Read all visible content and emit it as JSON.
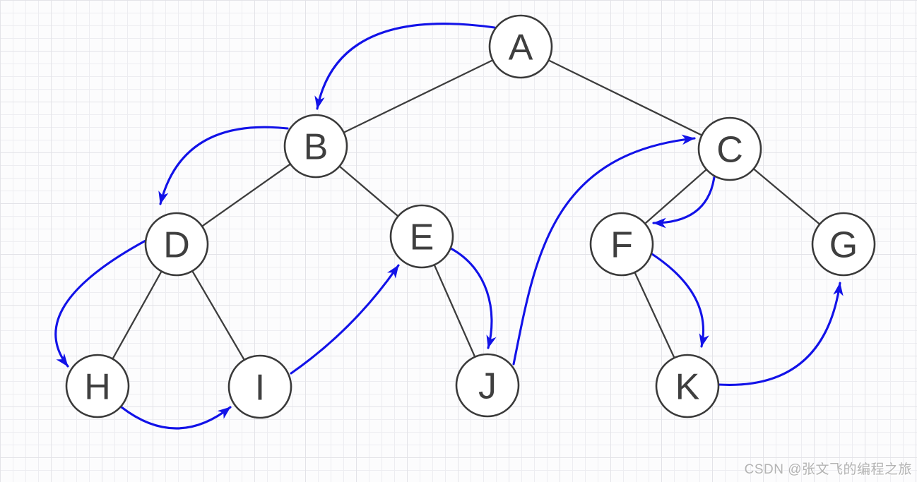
{
  "diagram": {
    "type": "binary-tree-traversal",
    "nodes": [
      {
        "label": "A"
      },
      {
        "label": "B"
      },
      {
        "label": "C"
      },
      {
        "label": "D"
      },
      {
        "label": "E"
      },
      {
        "label": "F"
      },
      {
        "label": "G"
      },
      {
        "label": "H"
      },
      {
        "label": "I"
      },
      {
        "label": "J"
      },
      {
        "label": "K"
      }
    ],
    "tree_edges": [
      [
        "A",
        "B"
      ],
      [
        "A",
        "C"
      ],
      [
        "B",
        "D"
      ],
      [
        "B",
        "E"
      ],
      [
        "C",
        "F"
      ],
      [
        "C",
        "G"
      ],
      [
        "D",
        "H"
      ],
      [
        "D",
        "I"
      ],
      [
        "E",
        "J"
      ],
      [
        "F",
        "K"
      ]
    ],
    "traversal_arrows": [
      [
        "A",
        "B"
      ],
      [
        "B",
        "D"
      ],
      [
        "D",
        "H"
      ],
      [
        "H",
        "I"
      ],
      [
        "I",
        "E"
      ],
      [
        "E",
        "J"
      ],
      [
        "J",
        "C"
      ],
      [
        "C",
        "F"
      ],
      [
        "F",
        "K"
      ],
      [
        "K",
        "G"
      ]
    ],
    "traversal_sequence": [
      "A",
      "B",
      "D",
      "H",
      "I",
      "E",
      "J",
      "C",
      "F",
      "K",
      "G"
    ]
  },
  "colors": {
    "arrow": "#1212e8",
    "edge": "#3d3d3d",
    "node-stroke": "#3a3a3a",
    "node-fill": "#ffffff",
    "label": "#3f3f3f",
    "bg": "#fcfcfd",
    "grid-minor": "#ededf1",
    "grid-major": "#e3e3e8",
    "watermark": "#b3b3b3"
  },
  "watermark": {
    "text": "CSDN @张文飞的编程之旅"
  }
}
